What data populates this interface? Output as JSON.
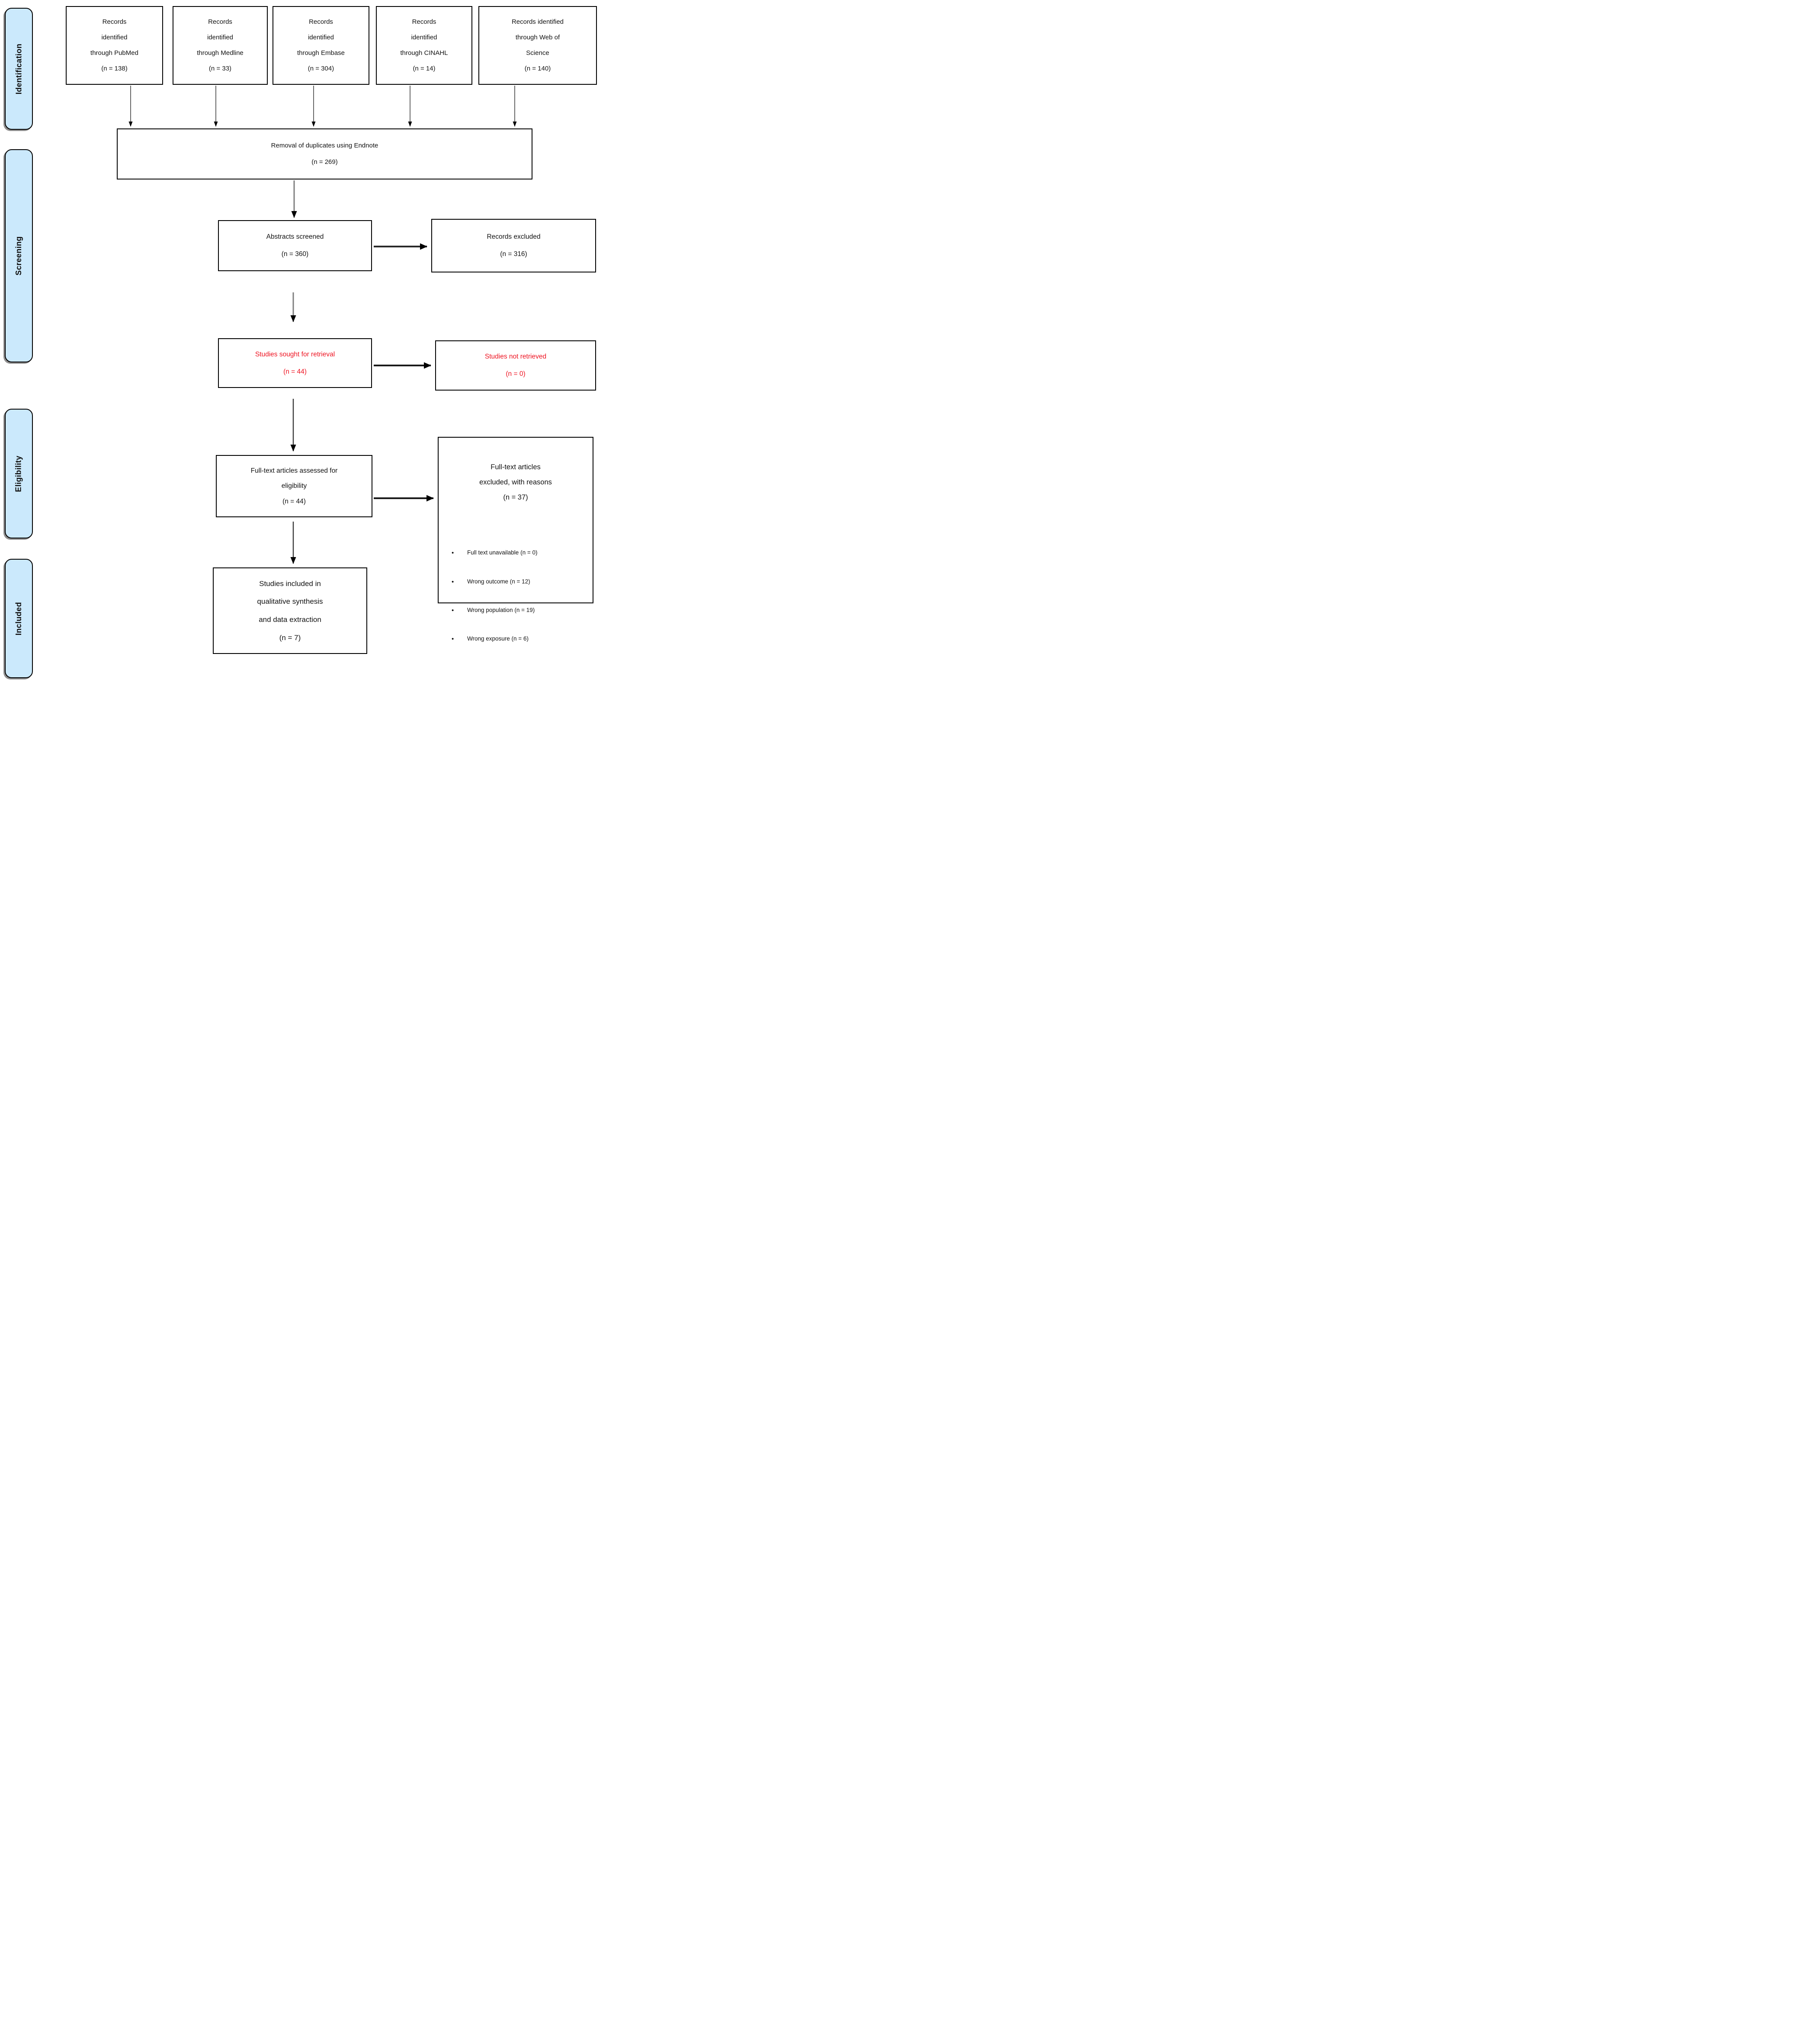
{
  "stages": [
    {
      "label": "Identification"
    },
    {
      "label": "Screening"
    },
    {
      "label": "Eligibility"
    },
    {
      "label": "Included"
    }
  ],
  "sources": [
    {
      "text": "Records\nidentified\nthrough PubMed\n(n = 138)"
    },
    {
      "text": "Records\nidentified\nthrough Medline\n(n = 33)"
    },
    {
      "text": "Records\nidentified\nthrough Embase\n(n = 304)"
    },
    {
      "text": "Records\nidentified\nthrough CINAHL\n(n = 14)"
    },
    {
      "text": "Records identified\nthrough Web of\nScience\n(n = 140)"
    }
  ],
  "flow": {
    "duplicates": {
      "text": "Removal of duplicates using Endnote\n(n = 269)"
    },
    "abstracts": {
      "text": "Abstracts screened\n(n = 360)"
    },
    "records_excluded": {
      "text": "Records excluded\n(n = 316)"
    },
    "sought": {
      "text": "Studies sought for retrieval\n(n = 44)"
    },
    "not_retrieved": {
      "text": "Studies not retrieved\n(n = 0)"
    },
    "fulltext": {
      "text": "Full-text articles assessed for\neligibility\n(n = 44)"
    },
    "fulltext_excluded": {
      "title": "Full-text articles\nexcluded, with reasons\n(n = 37)",
      "reasons": [
        "Full text unavailable (n = 0)",
        "Wrong outcome (n = 12)",
        "Wrong population (n = 19)",
        "Wrong exposure (n = 6)"
      ]
    },
    "included": {
      "text": "Studies included in\nqualitative synthesis\nand data extraction\n(n = 7)"
    }
  },
  "colors": {
    "stage_bg": "#cbe9fc",
    "red_text": "#ee1220",
    "border": "#000000",
    "arrow_gray": "#7f7f7f",
    "arrow_dark": "#1a1a1a"
  }
}
